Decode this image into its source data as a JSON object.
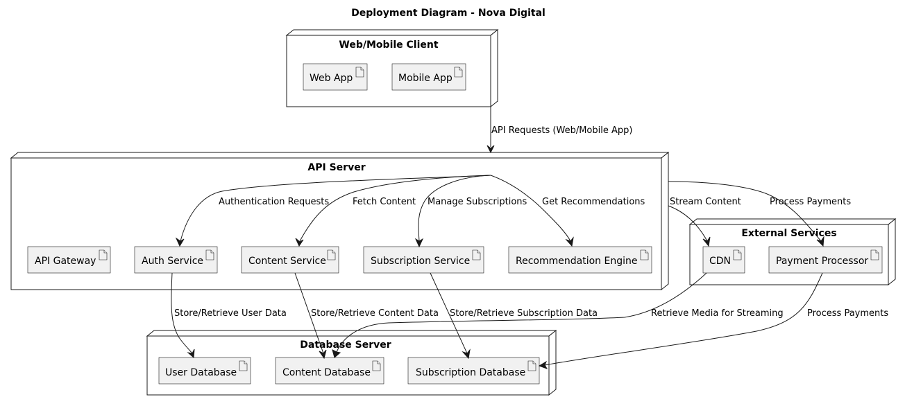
{
  "title": "Deployment Diagram - Nova Digital",
  "nodes": {
    "client": {
      "title": "Web/Mobile Client",
      "artifacts": [
        "Web App",
        "Mobile App"
      ]
    },
    "api": {
      "title": "API Server",
      "artifacts": [
        "API Gateway",
        "Auth Service",
        "Content Service",
        "Subscription Service",
        "Recommendation Engine"
      ]
    },
    "external": {
      "title": "External Services",
      "artifacts": [
        "CDN",
        "Payment Processor"
      ]
    },
    "database": {
      "title": "Database Server",
      "artifacts": [
        "User Database",
        "Content Database",
        "Subscription Database"
      ]
    }
  },
  "edges": [
    {
      "id": "client-api",
      "from": "Web/Mobile Client",
      "to": "API Server",
      "label": "API Requests (Web/Mobile App)"
    },
    {
      "id": "api-auth",
      "from": "API Server",
      "to": "Auth Service",
      "label": "Authentication Requests"
    },
    {
      "id": "api-content",
      "from": "API Server",
      "to": "Content Service",
      "label": "Fetch Content"
    },
    {
      "id": "api-subscription",
      "from": "API Server",
      "to": "Subscription Service",
      "label": "Manage Subscriptions"
    },
    {
      "id": "api-recommendation",
      "from": "API Server",
      "to": "Recommendation Engine",
      "label": "Get Recommendations"
    },
    {
      "id": "api-cdn",
      "from": "API Server",
      "to": "CDN",
      "label": "Stream Content"
    },
    {
      "id": "api-payment",
      "from": "API Server",
      "to": "Payment Processor",
      "label": "Process Payments"
    },
    {
      "id": "auth-userdb",
      "from": "Auth Service",
      "to": "User Database",
      "label": "Store/Retrieve User Data"
    },
    {
      "id": "content-contentdb",
      "from": "Content Service",
      "to": "Content Database",
      "label": "Store/Retrieve Content Data"
    },
    {
      "id": "subscription-subdb",
      "from": "Subscription Service",
      "to": "Subscription Database",
      "label": "Store/Retrieve Subscription Data"
    },
    {
      "id": "cdn-contentdb",
      "from": "CDN",
      "to": "Content Database",
      "label": "Retrieve Media for Streaming"
    },
    {
      "id": "payment-subdb",
      "from": "Payment Processor",
      "to": "Subscription Database",
      "label": "Process Payments"
    }
  ]
}
